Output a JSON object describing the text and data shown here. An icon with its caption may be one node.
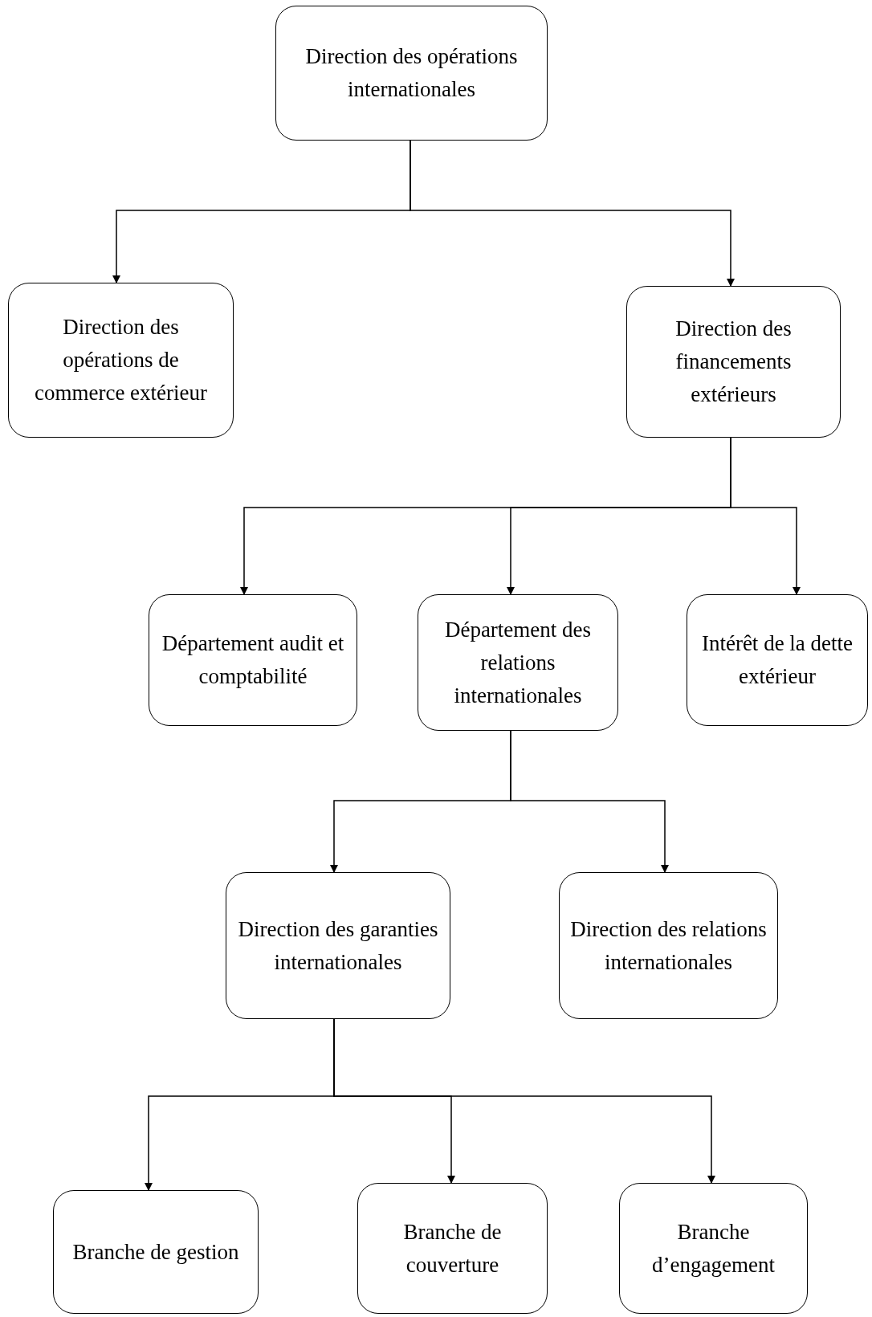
{
  "diagram": {
    "nodes": [
      {
        "text": [
          "Direction des opérations internationales"
        ]
      },
      {
        "text": [
          "Direction des opérations de commerce extérieur"
        ]
      },
      {
        "text": [
          "Direction des financements extérieurs"
        ]
      },
      {
        "text": [
          "Département audit et comptabilité"
        ]
      },
      {
        "text": [
          "Département des relations internationales"
        ]
      },
      {
        "text": [
          "Intérêt de la dette extérieur"
        ]
      },
      {
        "text": [
          "Direction des garanties internationales"
        ]
      },
      {
        "text": [
          "Direction des relations internationales"
        ]
      },
      {
        "text": [
          "Branche de gestion"
        ]
      },
      {
        "text": [
          "Branche de couverture"
        ]
      },
      {
        "text": [
          "Branche d’engagement"
        ]
      }
    ],
    "edges": [
      {
        "from": 0,
        "to": 1,
        "arrow": "to"
      },
      {
        "from": 0,
        "to": 2,
        "arrow": "to"
      },
      {
        "from": 2,
        "to": 3,
        "arrow": "to"
      },
      {
        "from": 2,
        "to": 4,
        "arrow": "to"
      },
      {
        "from": 2,
        "to": 5,
        "arrow": "to"
      },
      {
        "from": 4,
        "to": 6,
        "arrow": "to"
      },
      {
        "from": 4,
        "to": 7,
        "arrow": "to"
      },
      {
        "from": 6,
        "to": 8,
        "arrow": "to"
      },
      {
        "from": 6,
        "to": 9,
        "arrow": "to"
      },
      {
        "from": 6,
        "to": 10,
        "arrow": "to"
      }
    ]
  }
}
